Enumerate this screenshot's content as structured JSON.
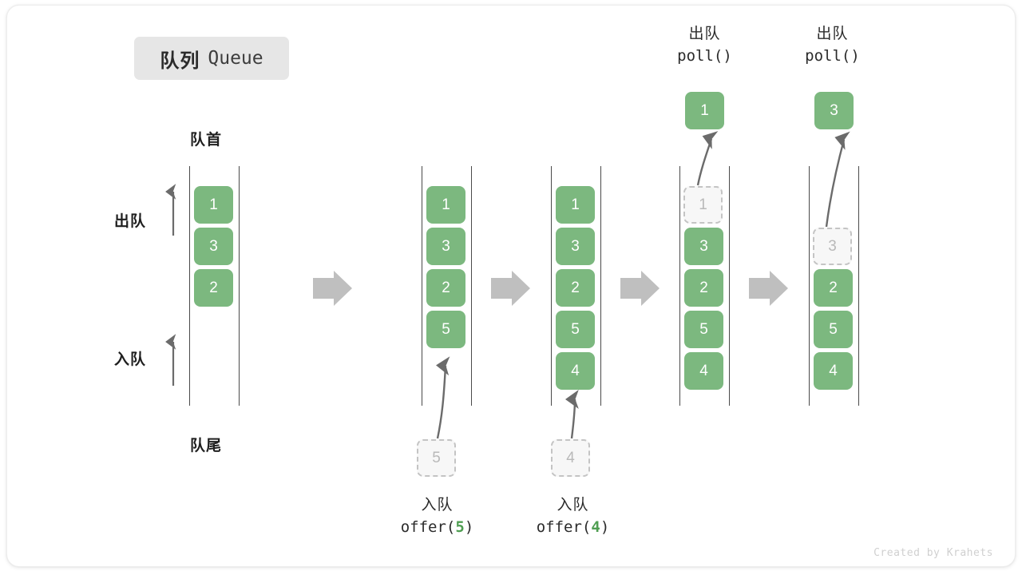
{
  "title": {
    "cn": "队列",
    "en": "Queue"
  },
  "labels": {
    "head": "队首",
    "tail": "队尾",
    "dequeue": "出队",
    "enqueue": "入队"
  },
  "watermark": "Created by Krahets",
  "colors": {
    "cell_fill": "#7cb87f",
    "cell_text": "#ffffff",
    "ghost_fill": "#f7f7f7",
    "ghost_border": "#c4c4c4",
    "ghost_text": "#b9b9b9",
    "rail": "#4a4a4a",
    "flow_arrow": "#bfbfbf",
    "accent_num": "#4f9e52",
    "badge_bg": "#e6e6e6"
  },
  "diagram": {
    "type": "queue-operations",
    "columns": [
      {
        "id": "state-0",
        "cells": [
          {
            "value": "1",
            "state": "filled"
          },
          {
            "value": "3",
            "state": "filled"
          },
          {
            "value": "2",
            "state": "filled"
          }
        ],
        "side_ops": [
          {
            "label": "出队",
            "direction": "up"
          },
          {
            "label": "入队",
            "direction": "up"
          }
        ],
        "head_label": "队首",
        "tail_label": "队尾"
      },
      {
        "id": "after-offer-5",
        "cells": [
          {
            "value": "1",
            "state": "filled"
          },
          {
            "value": "3",
            "state": "filled"
          },
          {
            "value": "2",
            "state": "filled"
          },
          {
            "value": "5",
            "state": "filled"
          }
        ],
        "incoming": {
          "value": "5",
          "state": "ghost"
        },
        "caption": {
          "cn": "入队",
          "code_prefix": "offer(",
          "code_num": "5",
          "code_suffix": ")"
        }
      },
      {
        "id": "after-offer-4",
        "cells": [
          {
            "value": "1",
            "state": "filled"
          },
          {
            "value": "3",
            "state": "filled"
          },
          {
            "value": "2",
            "state": "filled"
          },
          {
            "value": "5",
            "state": "filled"
          },
          {
            "value": "4",
            "state": "filled"
          }
        ],
        "incoming": {
          "value": "4",
          "state": "ghost"
        },
        "caption": {
          "cn": "入队",
          "code_prefix": "offer(",
          "code_num": "4",
          "code_suffix": ")"
        }
      },
      {
        "id": "after-poll-1",
        "cells": [
          {
            "value": "1",
            "state": "ghost"
          },
          {
            "value": "3",
            "state": "filled"
          },
          {
            "value": "2",
            "state": "filled"
          },
          {
            "value": "5",
            "state": "filled"
          },
          {
            "value": "4",
            "state": "filled"
          }
        ],
        "outgoing": {
          "value": "1",
          "state": "filled"
        },
        "caption": {
          "cn": "出队",
          "code": "poll()"
        }
      },
      {
        "id": "after-poll-3",
        "cells": [
          {
            "value": "3",
            "state": "ghost",
            "row": 1
          },
          {
            "value": "2",
            "state": "filled",
            "row": 2
          },
          {
            "value": "5",
            "state": "filled",
            "row": 3
          },
          {
            "value": "4",
            "state": "filled",
            "row": 4
          }
        ],
        "outgoing": {
          "value": "3",
          "state": "filled"
        },
        "caption": {
          "cn": "出队",
          "code": "poll()"
        }
      }
    ],
    "flow_arrow_count": 4
  }
}
